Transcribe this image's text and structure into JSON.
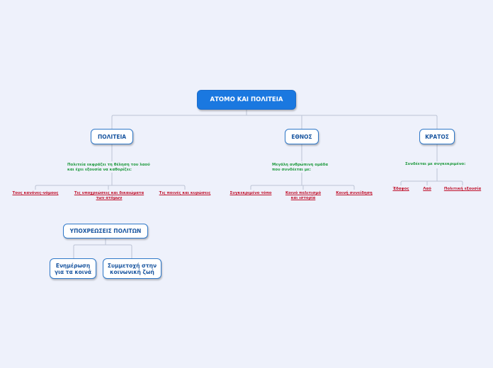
{
  "root": "ΑΤΟΜΟ ΚΑΙ ΠΟΛΙΤΕΙΑ",
  "politeia": {
    "title": "ΠΟΛΙΤΕΙΑ",
    "desc1": "Πολιτεία εκφράζει τη θέληση του λαού",
    "desc2": "και έχει εξουσία να καθορίζει:",
    "leaves": [
      "Τους κανόνες-νόμους",
      "Τις υποχρεώσεις και δικαιώματα",
      "των ατόμων",
      "Τις ποινές και κυρώσεις"
    ]
  },
  "ethnos": {
    "title": "ΕΘΝΟΣ",
    "desc1": "Μεγάλη ανθρώπινη ομάδα",
    "desc2": "που συνδέεται με:",
    "leaves": [
      "Συγκεκριμένο τόπο",
      "Κοινό πολιτισμό",
      "και ιστορία",
      "Κοινή συνείδηση"
    ]
  },
  "kratos": {
    "title": "ΚΡΑΤΟΣ",
    "desc1": "Συνδέεται με συγκεκριμένο:",
    "leaves": [
      "Έδαφος",
      "Λαό",
      "Πολιτική εξουσία"
    ]
  },
  "obligations": {
    "title": "ΥΠΟΧΡΕΩΣΕΙΣ ΠΟΛΙΤΩΝ",
    "children": [
      {
        "line1": "Ενημέρωση",
        "line2": "για τα κοινά"
      },
      {
        "line1": "Συμμετοχή στην",
        "line2": "κοινωνική ζωή"
      }
    ]
  }
}
